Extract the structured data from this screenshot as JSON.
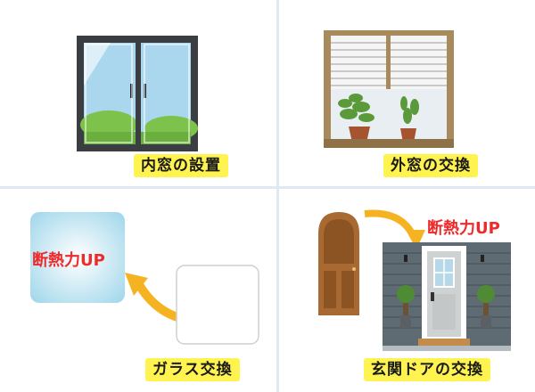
{
  "quadrants": {
    "inner_window": {
      "label": "内窓の設置"
    },
    "outer_window": {
      "label": "外窓の交換"
    },
    "glass": {
      "label": "ガラス交換",
      "badge": "断熱力UP"
    },
    "door": {
      "label": "玄関ドアの交換",
      "badge": "断熱力UP"
    }
  },
  "colors": {
    "label_bg": "#fff34f",
    "badge_text": "#ef2a2a",
    "divider": "#dfe9f3",
    "arrow": "#f6b321"
  }
}
